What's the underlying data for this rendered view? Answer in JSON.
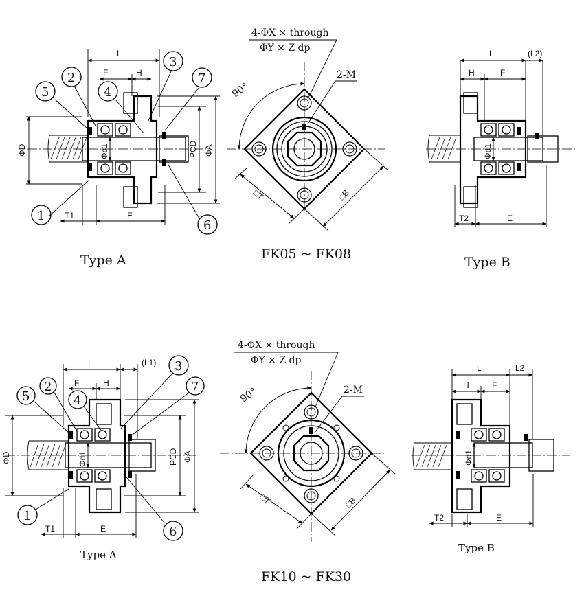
{
  "top": {
    "type_a": {
      "caption": "Type A",
      "dims": {
        "L": "L",
        "F": "F",
        "H": "H",
        "D": "ΦD",
        "d1": "Φd1",
        "PCD": "PCD",
        "A": "ΦA",
        "T1": "T1",
        "E": "E"
      },
      "balloons": [
        "1",
        "2",
        "3",
        "4",
        "5",
        "6",
        "7"
      ]
    },
    "front": {
      "note_line1": "4-ΦX × through",
      "note_line2": "ΦY × Z dp",
      "m_label": "2-M",
      "angle": "90°",
      "t_label": "□T",
      "b_label": "□B"
    },
    "type_b": {
      "caption": "Type B",
      "dims": {
        "L": "L",
        "L2": "(L2)",
        "H": "H",
        "F": "F",
        "d1": "Φd1",
        "T2": "T2",
        "E": "E"
      }
    },
    "series_caption": "FK05 ~ FK08"
  },
  "bottom": {
    "type_a": {
      "caption": "Type A",
      "dims": {
        "L": "L",
        "L1": "(L1)",
        "F": "F",
        "H": "H",
        "D": "ΦD",
        "d1": "Φd1",
        "PCD": "PCD",
        "A": "ΦA",
        "T1": "T1",
        "E": "E"
      },
      "balloons": [
        "1",
        "2",
        "3",
        "4",
        "5",
        "6",
        "7"
      ]
    },
    "front": {
      "note_line1": "4-ΦX × through",
      "note_line2": "ΦY × Z dp",
      "m_label": "2-M",
      "angle": "90°",
      "t_label": "□T",
      "b_label": "□B"
    },
    "type_b": {
      "caption": "Type B",
      "dims": {
        "L": "L",
        "L2": "L2",
        "H": "H",
        "F": "F",
        "d1": "Φd1",
        "T2": "T2",
        "E": "E"
      }
    },
    "series_caption": "FK10 ~ FK30"
  }
}
